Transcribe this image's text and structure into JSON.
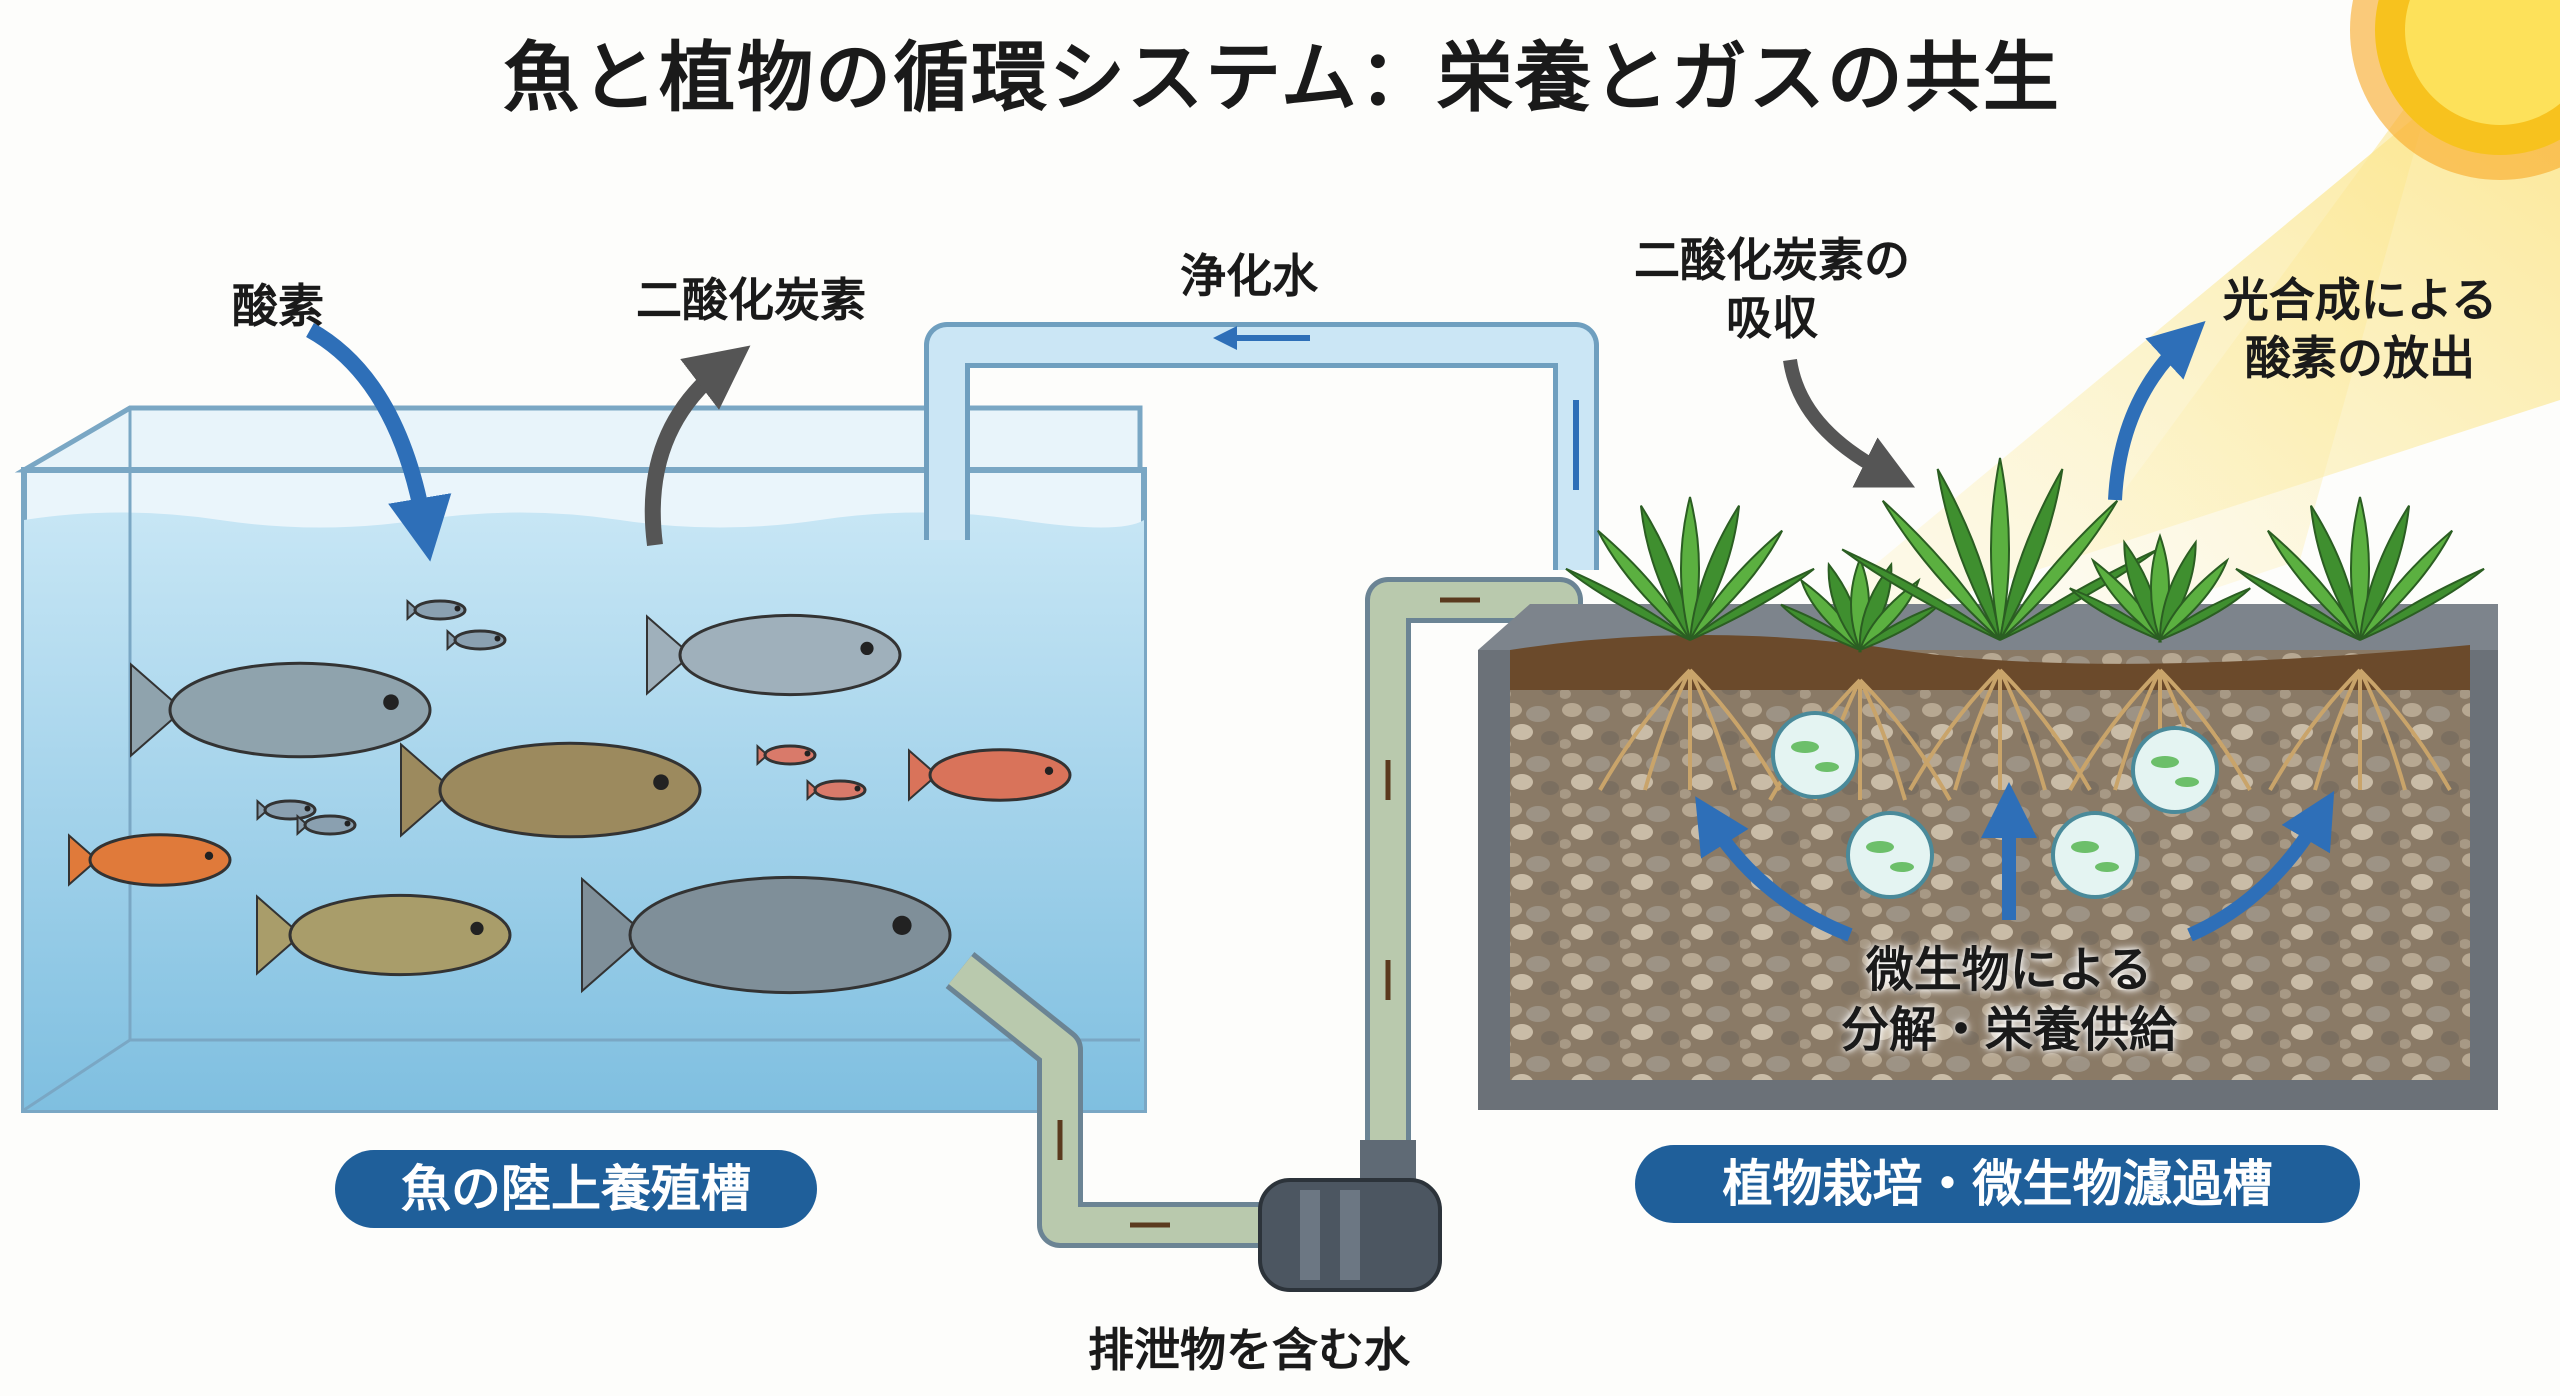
{
  "title": "魚と植物の循環システム：栄養とガスの共生",
  "labels": {
    "oxygen": "酸素",
    "co2": "二酸化炭素",
    "purified_water": "浄化水",
    "co2_absorb_1": "二酸化炭素の",
    "co2_absorb_2": "吸収",
    "photo_1": "光合成による",
    "photo_2": "酸素の放出",
    "microbe_1": "微生物による",
    "microbe_2": "分解・栄養供給",
    "waste_water": "排泄物を含む水"
  },
  "tanks": {
    "fish_tank": "魚の陸上養殖槽",
    "grow_bed": "植物栽培・微生物濾過槽"
  },
  "colors": {
    "water": "#9fd0ea",
    "pill": "#1f5f9a",
    "arrow_blue": "#2e6fb8",
    "arrow_gray": "#555555",
    "sun": "#f7c21e"
  }
}
